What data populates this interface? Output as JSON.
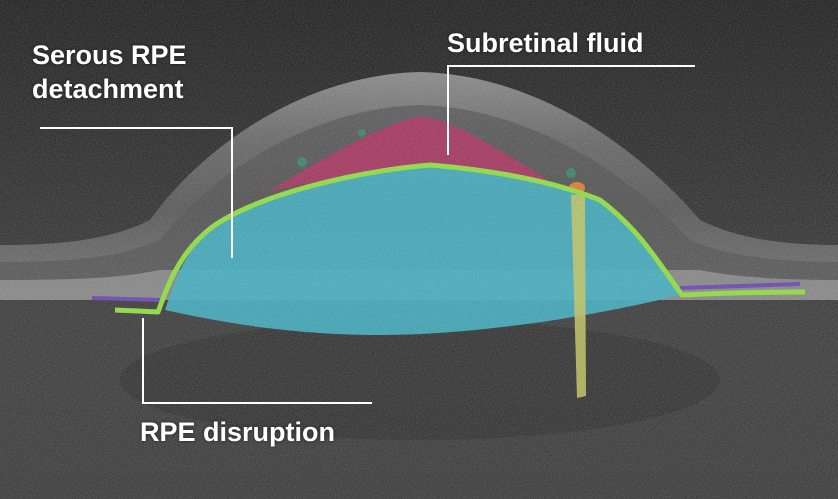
{
  "labels": {
    "serous_line1": "Serous RPE",
    "serous_line2": "detachment",
    "subretinal": "Subretinal fluid",
    "rpe_disruption": "RPE disruption"
  },
  "colors": {
    "background_dark": "#1a1a1a",
    "retina_gray": "#8a8a8a",
    "ped_fill": "#3ab0c4",
    "subretinal_fill": "#b0285c",
    "rpe_line": "#8ee03a",
    "bruch_line": "#6a3fb0",
    "shadow_band": "#c8c85a",
    "orange_spot": "#e07a2a",
    "teal_dot": "#2e8a6e",
    "leader_line": "#ffffff",
    "label_text": "#ffffff"
  }
}
